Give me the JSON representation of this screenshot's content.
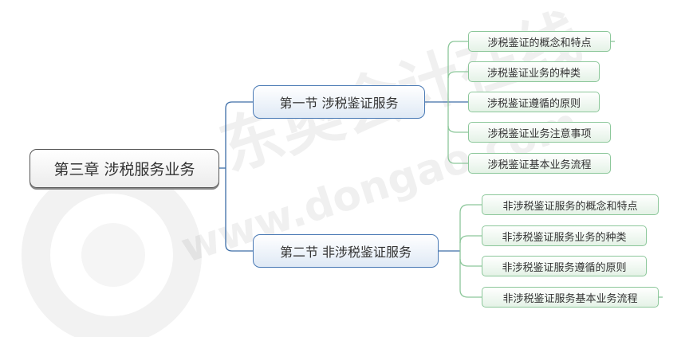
{
  "root": {
    "label": "第三章 涉税服务业务"
  },
  "sections": [
    {
      "label": "第一节 涉税鉴证服务",
      "items": [
        "涉税鉴证的概念和特点",
        "涉税鉴证业务的种类",
        "涉税鉴证遵循的原则",
        "涉税鉴证业务注意事项",
        "涉税鉴证基本业务流程"
      ]
    },
    {
      "label": "第二节 非涉税鉴证服务",
      "items": [
        "非涉税鉴证服务的概念和特点",
        "非涉税鉴证服务业务的种类",
        "非涉税鉴证服务遵循的原则",
        "非涉税鉴证服务基本业务流程"
      ]
    }
  ],
  "watermark": {
    "brand": "东奥会计在线",
    "url": "www.dongao.com"
  },
  "colors": {
    "root_border": "#555555",
    "section_border": "#4a7ab5",
    "leaf_border": "#8cc79a",
    "root_connector": "#3d6ea8",
    "leaf_connector": "#8cc79a"
  }
}
